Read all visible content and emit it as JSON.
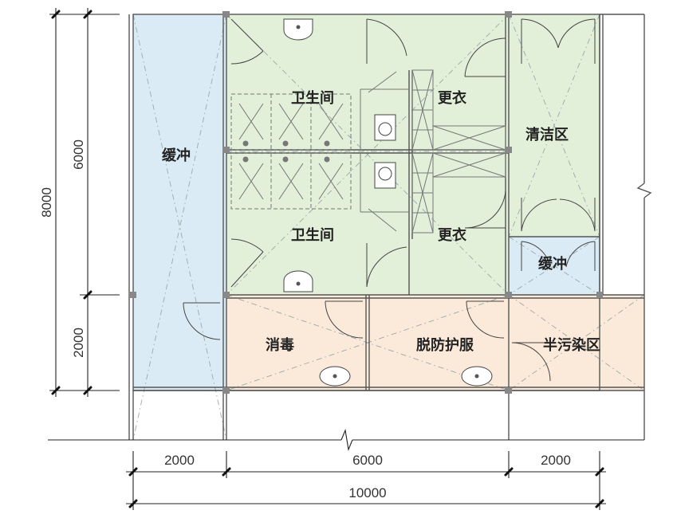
{
  "rooms": {
    "buffer_left": "缓冲",
    "toilet_top": "卫生间",
    "toilet_bottom": "卫生间",
    "change_top": "更衣",
    "change_bottom": "更衣",
    "clean_zone": "清洁区",
    "buffer_right": "缓冲",
    "disinfect": "消毒",
    "remove_ppe": "脱防护服",
    "semi_contaminated": "半污染区"
  },
  "colors": {
    "buffer": "#daebf6",
    "clean": "#e2efd9",
    "semi": "#fbe9d9",
    "wall": "#555555"
  },
  "dimensions": {
    "bottom_segments": [
      "2000",
      "6000",
      "2000"
    ],
    "bottom_total": "10000",
    "left_segments": [
      "6000",
      "2000"
    ],
    "left_total": "8000"
  }
}
